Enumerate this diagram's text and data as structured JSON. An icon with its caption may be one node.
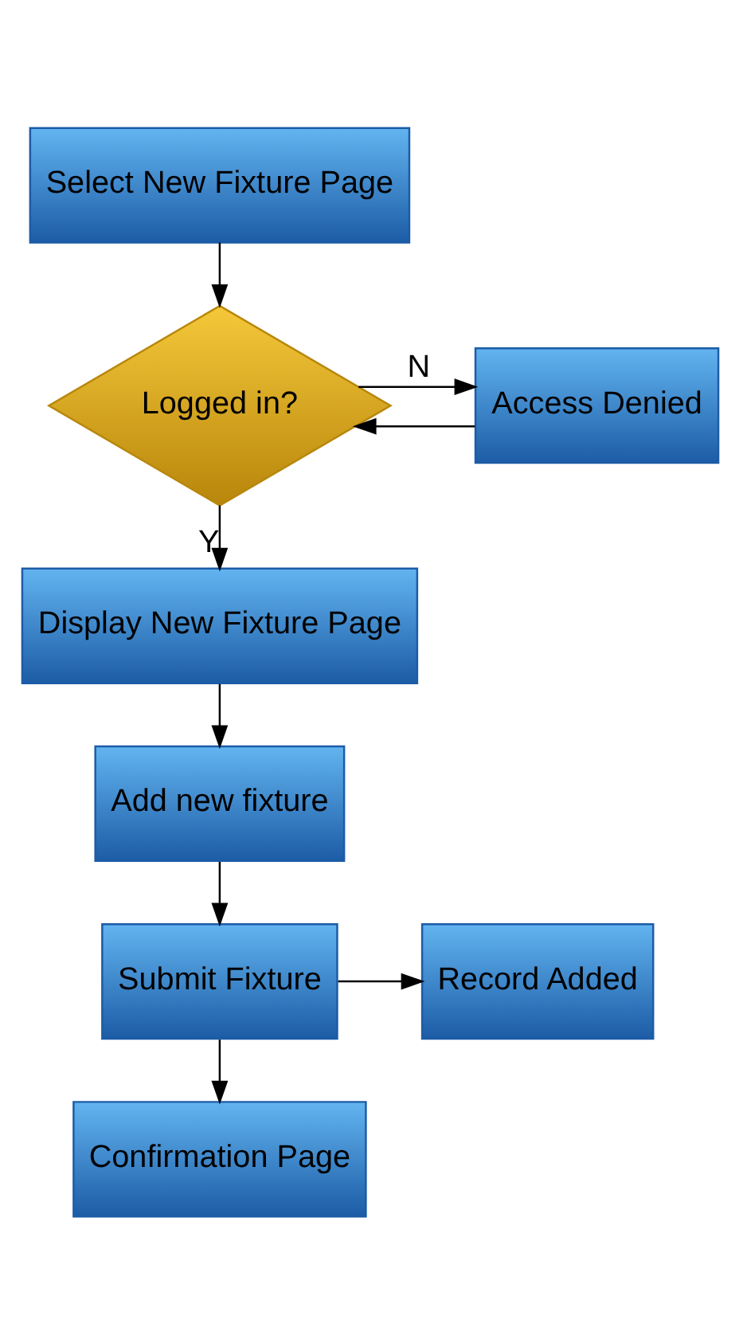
{
  "diagram": {
    "nodes": [
      {
        "text": [
          "Select New Fixture Page"
        ]
      },
      {
        "text": [
          "Logged in?"
        ]
      },
      {
        "text": [
          "Access Denied"
        ]
      },
      {
        "text": [
          "Display New Fixture Page"
        ]
      },
      {
        "text": [
          "Add new fixture"
        ]
      },
      {
        "text": [
          "Submit Fixture"
        ]
      },
      {
        "text": [
          "Record Added"
        ]
      },
      {
        "text": [
          "Confirmation Page"
        ]
      }
    ],
    "edges": [
      {
        "from": 0,
        "to": 1,
        "arrow": "to"
      },
      {
        "from": 1,
        "to": 2,
        "arrow": "to",
        "label": "N"
      },
      {
        "from": 2,
        "to": 1,
        "arrow": "to"
      },
      {
        "from": 1,
        "to": 3,
        "arrow": "to",
        "label": "Y"
      },
      {
        "from": 3,
        "to": 4,
        "arrow": "to"
      },
      {
        "from": 4,
        "to": 5,
        "arrow": "to"
      },
      {
        "from": 5,
        "to": 6,
        "arrow": "to"
      },
      {
        "from": 5,
        "to": 7,
        "arrow": "to"
      }
    ]
  }
}
